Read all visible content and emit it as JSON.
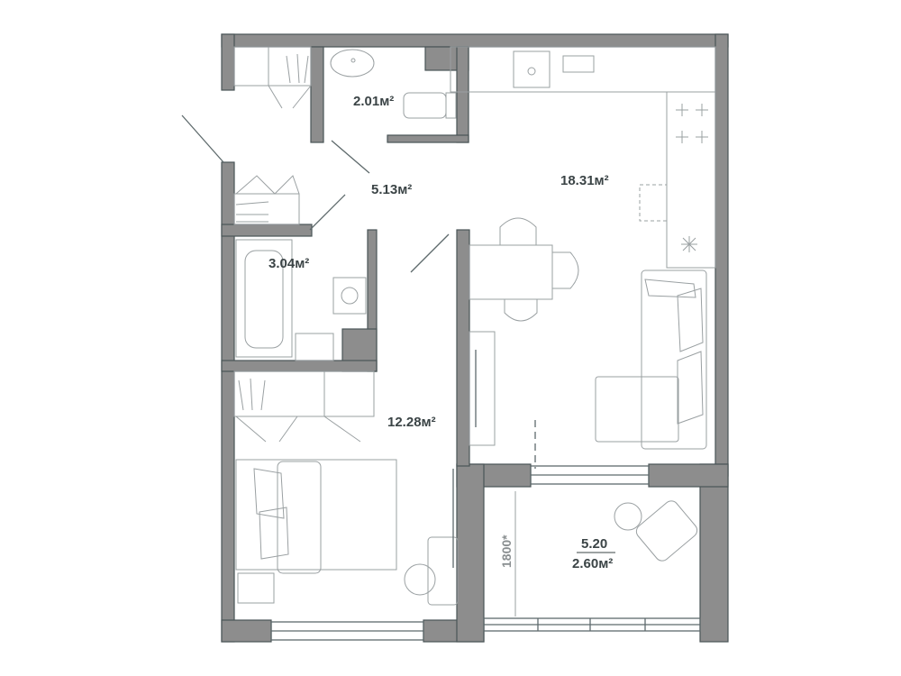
{
  "plan": {
    "rooms": [
      {
        "id": "wc",
        "area": "2.01м²"
      },
      {
        "id": "hallway",
        "area": "5.13м²"
      },
      {
        "id": "kitchen-living",
        "area": "18.31м²"
      },
      {
        "id": "bathroom",
        "area": "3.04м²"
      },
      {
        "id": "bedroom",
        "area": "12.28м²"
      },
      {
        "id": "balcony",
        "area_full": "5.20",
        "area": "2.60м²"
      }
    ],
    "balcony_dimension": "1800*",
    "colors": {
      "wall": "#8d8d8d",
      "outline": "#4a5557",
      "furniture": "#9aa0a2",
      "text": "#3b4446"
    }
  }
}
